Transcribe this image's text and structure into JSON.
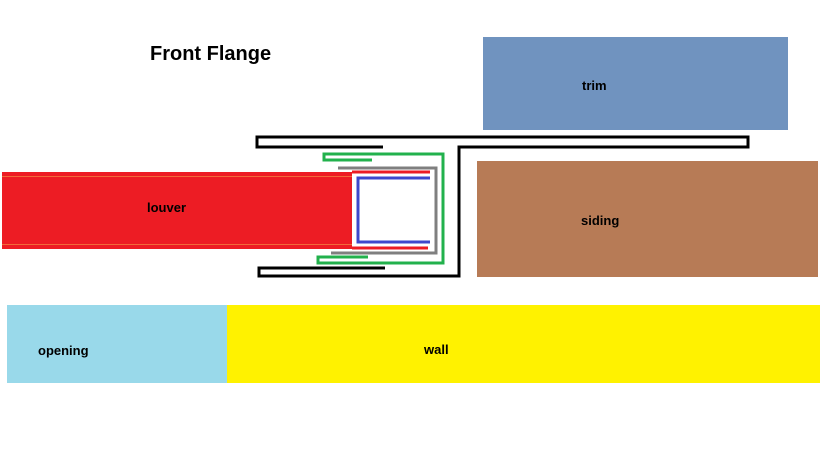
{
  "title": "Front Flange",
  "labels": {
    "trim": "trim",
    "siding": "siding",
    "louver": "louver",
    "opening": "opening",
    "wall": "wall"
  },
  "colors": {
    "trim": "#7093bf",
    "siding": "#b77b56",
    "louver": "#ed1c24",
    "opening": "#99d9ea",
    "wall": "#fff200",
    "green": "#22b14c",
    "gray": "#7f7f7f",
    "blue": "#3f48cc",
    "black": "#000000"
  }
}
